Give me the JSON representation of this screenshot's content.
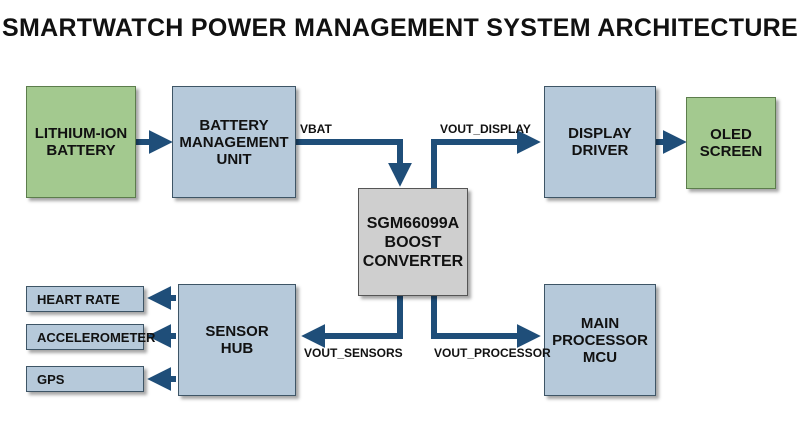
{
  "title": "SMARTWATCH POWER MANAGEMENT SYSTEM ARCHITECTURE",
  "blocks": {
    "battery": "LITHIUM-ION\nBATTERY",
    "bmu": "BATTERY\nMANAGEMENT\nUNIT",
    "boost": "SGM66099A\nBOOST\nCONVERTER",
    "display_driver": "DISPLAY\nDRIVER",
    "oled": "OLED\nSCREEN",
    "sensor_hub": "SENSOR\nHUB",
    "mcu": "MAIN\nPROCESSOR\nMCU",
    "heart_rate": "HEART RATE",
    "accelerometer": "ACCELEROMETER",
    "gps": "GPS"
  },
  "labels": {
    "vbat": "VBAT",
    "vout_display": "VOUT_DISPLAY",
    "vout_sensors": "VOUT_SENSORS",
    "vout_processor": "VOUT_PROCESSOR"
  },
  "colors": {
    "arrow": "#1f4e79",
    "block_blue": "#b6c9da",
    "block_green": "#a3c98f",
    "block_gray": "#cfcfcf"
  }
}
